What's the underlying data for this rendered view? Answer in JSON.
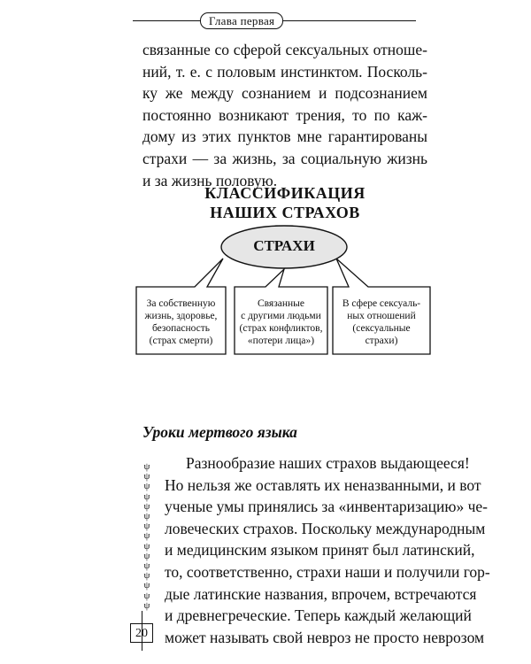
{
  "header": {
    "chapter_label": "Глава первая"
  },
  "intro_paragraph": {
    "lines": [
      "связанные со сферой сексуальных отноше-",
      "ний, т. е. с половым инстинктом. Посколь-",
      "ку же между сознанием и подсознанием",
      "постоянно возникают трения, то по каж-",
      "дому из этих пунктов мне гарантированы",
      "страхи — за жизнь, за социальную жизнь",
      "и за жизнь половую."
    ]
  },
  "diagram": {
    "title_lines": [
      "КЛАССИФИКАЦИЯ",
      "НАШИХ СТРАХОВ"
    ],
    "center_label": "СТРАХИ",
    "boxes": [
      {
        "lines": [
          "За собственную",
          "жизнь, здоровье,",
          "безопасность",
          "(страх смерти)"
        ]
      },
      {
        "lines": [
          "Связанные",
          "с другими людьми",
          "(страх конфликтов,",
          "«потери лица»)"
        ]
      },
      {
        "lines": [
          "В сфере сексуаль-",
          "ных отношений",
          "(сексуальные",
          "страхи)"
        ]
      }
    ]
  },
  "section": {
    "heading": "Уроки мертвого языка",
    "lines": [
      "Разнообразие наших страхов выдающееся!",
      "Но нельзя же оставлять их неназванными, и вот",
      "ученые умы принялись за «инвентаризацию» че-",
      "ловеческих страхов. Поскольку международным",
      "и медицинским языком принят был латинский,",
      "то, соответственно, страхи наши и получили гор-",
      "дые латинские названия, впрочем, встречаются",
      "и древнегреческие. Теперь каждый желающий",
      "может называть свой невроз не просто неврозом"
    ]
  },
  "ornament_glyph": "ψ",
  "page_number": "20"
}
